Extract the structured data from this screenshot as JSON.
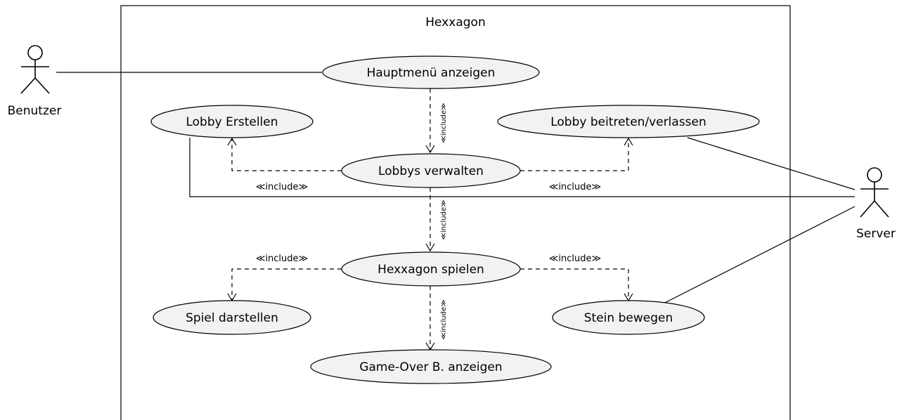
{
  "system": {
    "title": "Hexxagon"
  },
  "actors": {
    "user": "Benutzer",
    "server": "Server"
  },
  "use_cases": {
    "main_menu": "Hauptmenü anzeigen",
    "create_lobby": "Lobby Erstellen",
    "join_lobby": "Lobby beitreten/verlassen",
    "manage_lobbies": "Lobbys verwalten",
    "play": "Hexxagon spielen",
    "render_game": "Spiel darstellen",
    "move_stone": "Stein bewegen",
    "game_over": "Game-Over B. anzeigen"
  },
  "relations": {
    "include": "≪include≫"
  }
}
